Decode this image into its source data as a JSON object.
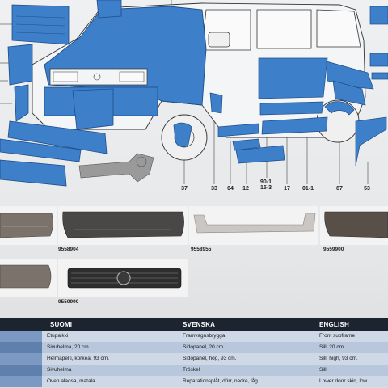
{
  "colors": {
    "part_blue": "#3d7fc9",
    "part_blue_dark": "#1f4e8a",
    "outline": "#333333",
    "header_bg": "#1c2430",
    "row_light": "#cfd8e6",
    "row_dark": "#b9c7dc",
    "stripe_light": "#7b99c2",
    "stripe_dark": "#5f80ad"
  },
  "callouts": [
    {
      "label": "37"
    },
    {
      "label": "33"
    },
    {
      "label": "04"
    },
    {
      "label": "12"
    },
    {
      "label": "90-1\n15-3"
    },
    {
      "label": "17"
    },
    {
      "label": "01-1"
    },
    {
      "label": "87"
    },
    {
      "label": "53"
    }
  ],
  "photos": {
    "part_numbers": [
      "9558904",
      "9558955",
      "9559900",
      "9559990"
    ]
  },
  "table": {
    "headers": [
      "SUOMI",
      "SVENSKA",
      "ENGLISH"
    ],
    "rows": [
      [
        "Etupalkki",
        "Framvagnsbrygga",
        "Front subframe"
      ],
      [
        "Sivuhelma, 20 cm.",
        "Sidopanel, 20 cm.",
        "Sill, 20 cm."
      ],
      [
        "Helmapelti, korkea, 93 cm.",
        "Sidopanel, hög, 93 cm.",
        "Sill, high, 93 cm."
      ],
      [
        "Sivuhelma",
        "Tröskel",
        "Sill"
      ],
      [
        "Oven alaosa, matala",
        "Reparationsplåt, dörr, nedre, låg",
        "Lower door skin, low"
      ]
    ]
  }
}
